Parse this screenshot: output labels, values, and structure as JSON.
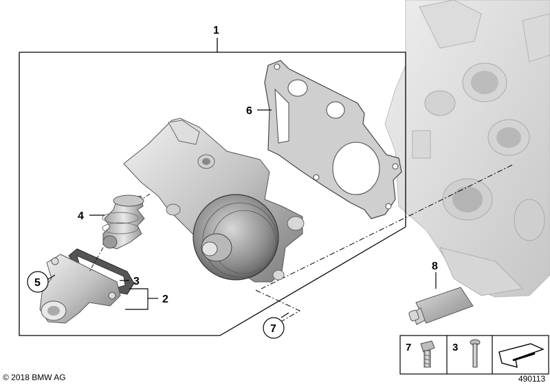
{
  "callouts": {
    "assembly": "1",
    "kit": "2",
    "ring": "3",
    "thermostat": "4",
    "housing": "5",
    "gasket": "6",
    "bolt": "7",
    "paste": "8"
  },
  "legend": {
    "bolt_number": "7",
    "screw_number": "3"
  },
  "footer": {
    "copyright": "© 2018 BMW AG",
    "diagram_number": "490113"
  }
}
